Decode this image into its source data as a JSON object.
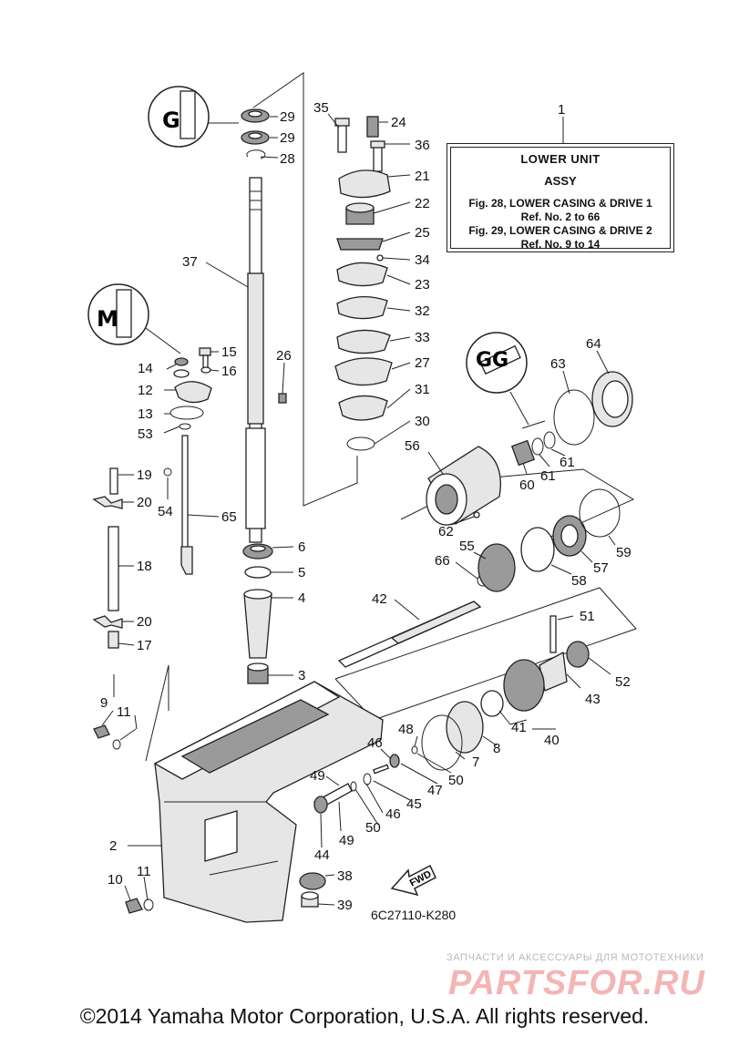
{
  "note_box": {
    "ref_number": "1",
    "title": "LOWER UNIT",
    "subtitle": "ASSY",
    "line1": "Fig. 28, LOWER CASING & DRIVE 1",
    "line2": "Ref. No. 2 to 66",
    "line3": "Fig. 29, LOWER CASING & DRIVE 2",
    "line4": "Ref. No. 9 to 14"
  },
  "drawing_code": "6C27110-K280",
  "fwd_label": "FWD",
  "watermark": {
    "subtitle": "ЗАПЧАСТИ И АКСЕССУАРЫ ДЛЯ МОТОТЕХНИКИ",
    "brand": "PARTSFOR.RU"
  },
  "copyright": "©2014 Yamaha Motor Corporation, U.S.A. All rights reserved.",
  "callouts": {
    "c29a": "29",
    "c29b": "29",
    "c28": "28",
    "c37": "37",
    "c35": "35",
    "c24": "24",
    "c36": "36",
    "c21": "21",
    "c22": "22",
    "c25": "25",
    "c34": "34",
    "c23": "23",
    "c32": "32",
    "c33": "33",
    "c27": "27",
    "c31": "31",
    "c30": "30",
    "c26": "26",
    "c15": "15",
    "c14": "14",
    "c16": "16",
    "c12": "12",
    "c13": "13",
    "c53": "53",
    "c19": "19",
    "c54": "54",
    "c20a": "20",
    "c65": "65",
    "c18": "18",
    "c20b": "20",
    "c17": "17",
    "c6": "6",
    "c5": "5",
    "c4": "4",
    "c3": "3",
    "c63": "63",
    "c64": "64",
    "c56": "56",
    "c60": "60",
    "c61a": "61",
    "c61b": "61",
    "c62": "62",
    "c59": "59",
    "c55": "55",
    "c66": "66",
    "c57": "57",
    "c58": "58",
    "c42": "42",
    "c51": "51",
    "c52": "52",
    "c43": "43",
    "c9": "9",
    "c11a": "11",
    "c41": "41",
    "c40": "40",
    "c48": "48",
    "c7": "7",
    "c8": "8",
    "c46a": "46",
    "c47": "47",
    "c50a": "50",
    "c49a": "49",
    "c45": "45",
    "c46b": "46",
    "c50b": "50",
    "c49b": "49",
    "c2": "2",
    "c44": "44",
    "c38": "38",
    "c39": "39",
    "c10": "10",
    "c11b": "11"
  }
}
